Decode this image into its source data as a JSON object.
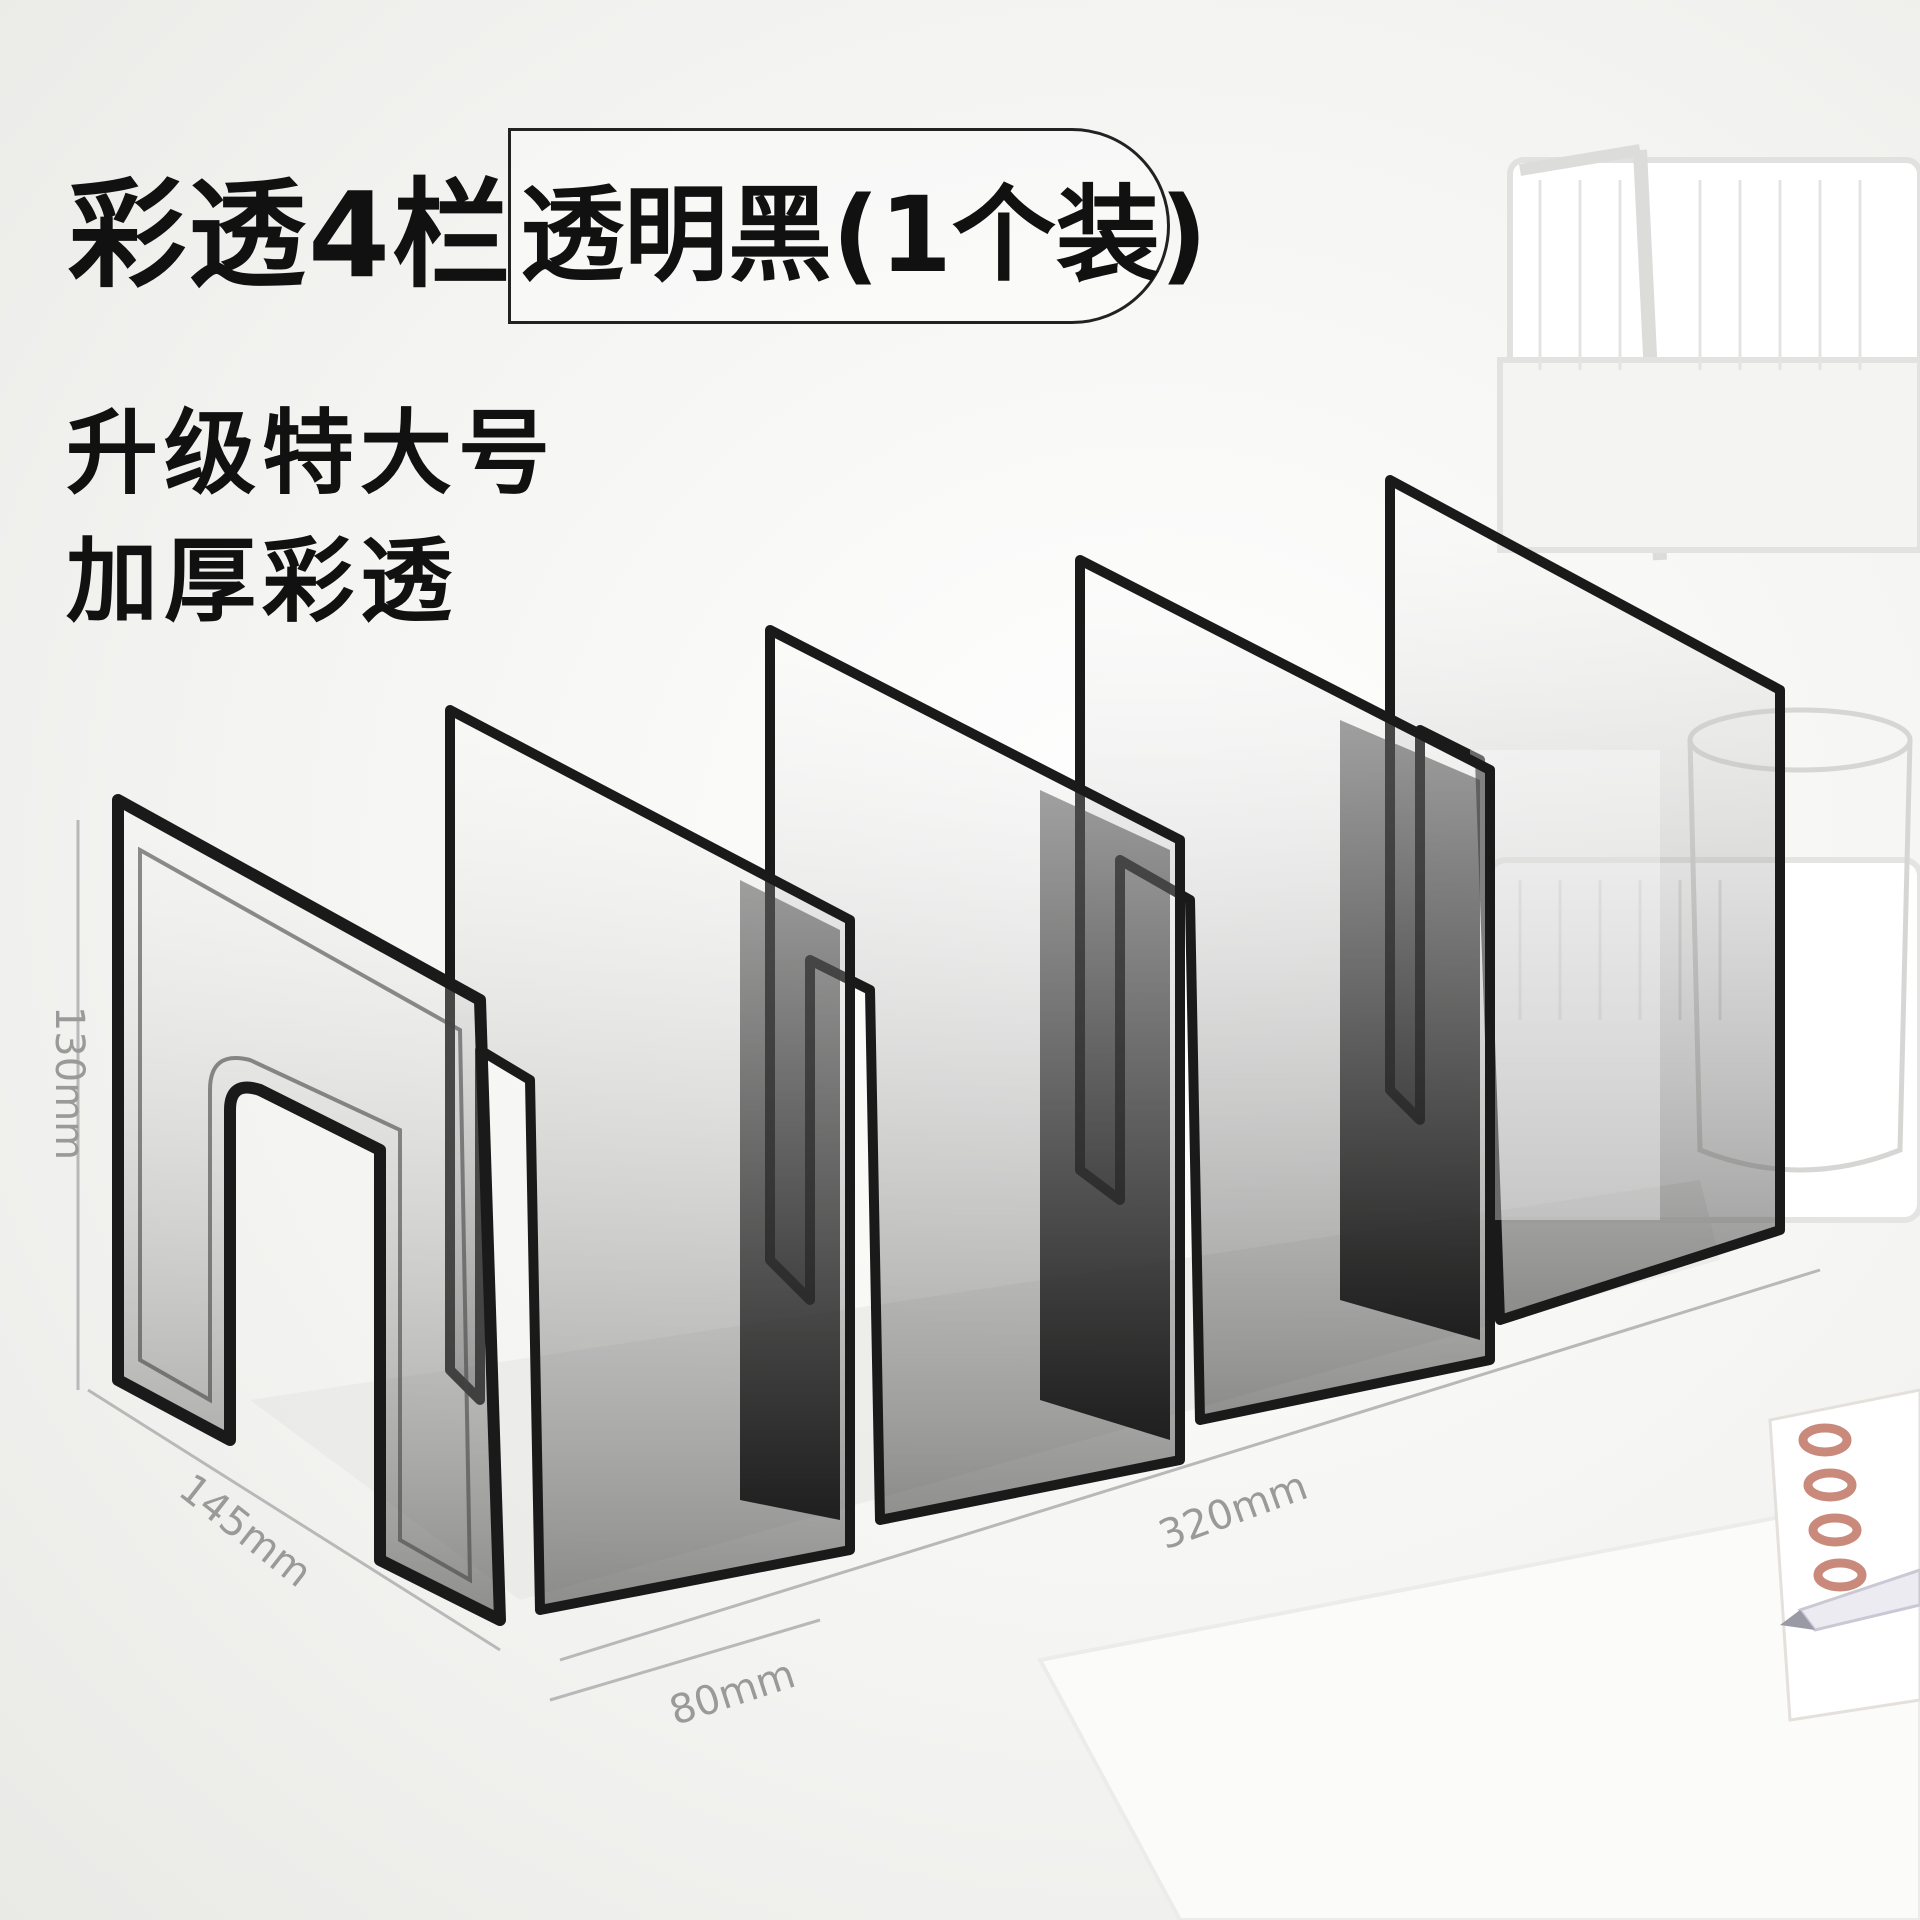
{
  "product": {
    "name": "彩透4栏",
    "variant": "透明黑(1个装)",
    "tagline_1": "升级特大号",
    "tagline_2": "加厚彩透"
  },
  "dimensions": {
    "height": "130mm",
    "depth": "145mm",
    "length": "320mm",
    "width": "80mm"
  },
  "colors": {
    "frame": "#1a1a1a",
    "tint": "#5a5a5a",
    "background": "#f6f6f4"
  }
}
